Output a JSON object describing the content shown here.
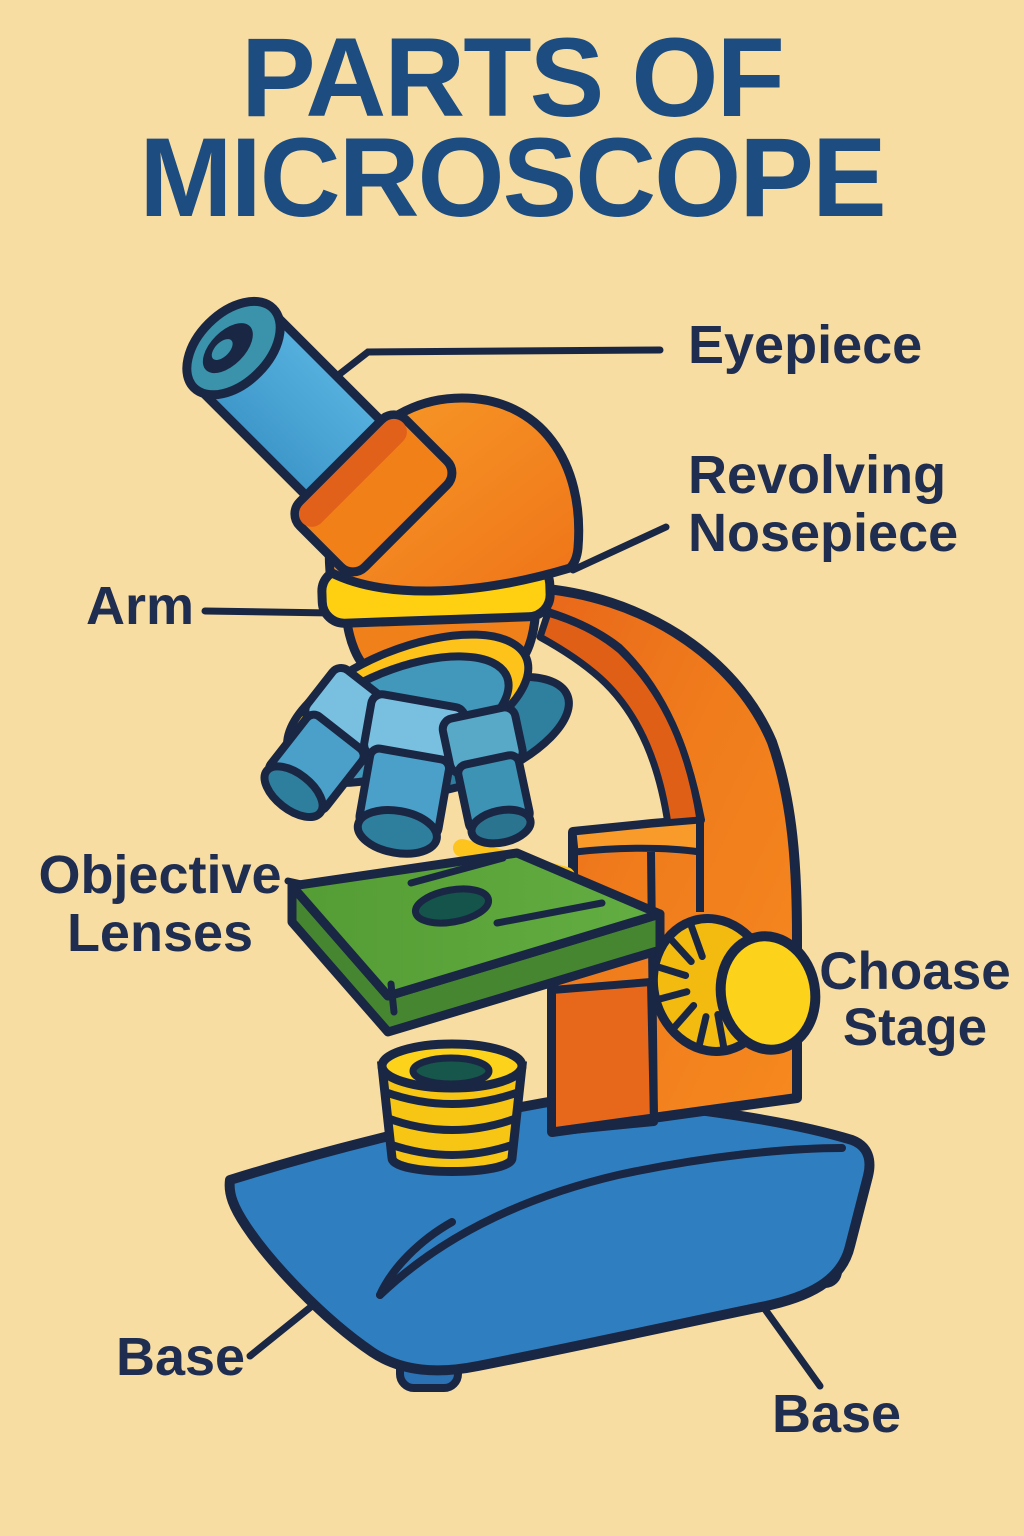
{
  "title": {
    "line1": "PARTS OF",
    "line2": "MICROSCOPE"
  },
  "labels": {
    "eyepiece": "Eyepiece",
    "revolving_nosepiece": {
      "line1": "Revolving",
      "line2": "Nosepiece"
    },
    "arm": "Arm",
    "objective_lenses": {
      "line1": "Objective",
      "line2": "Lenses"
    },
    "coarse_stage": {
      "line1": "Choase",
      "line2": "Stage"
    },
    "base_left": "Base",
    "base_right": "Base"
  },
  "palette": {
    "background": "#f8dda3",
    "outline_navy": "#1a2744",
    "title_blue": "#1d4d80",
    "label_navy": "#1f2d50",
    "orange_bright": "#f6891f",
    "orange_dark": "#e2611a",
    "yellow": "#ffd012",
    "knob_yellow": "#fdd21a",
    "eyepiece_blue": "#4ba6d8",
    "teal": "#3b93ab",
    "turret_blue": "#4198ba",
    "stage_green": "#5ba53b",
    "stage_green_dark": "#478631",
    "hole_green": "#17564a",
    "base_blue": "#2f7fc0"
  }
}
